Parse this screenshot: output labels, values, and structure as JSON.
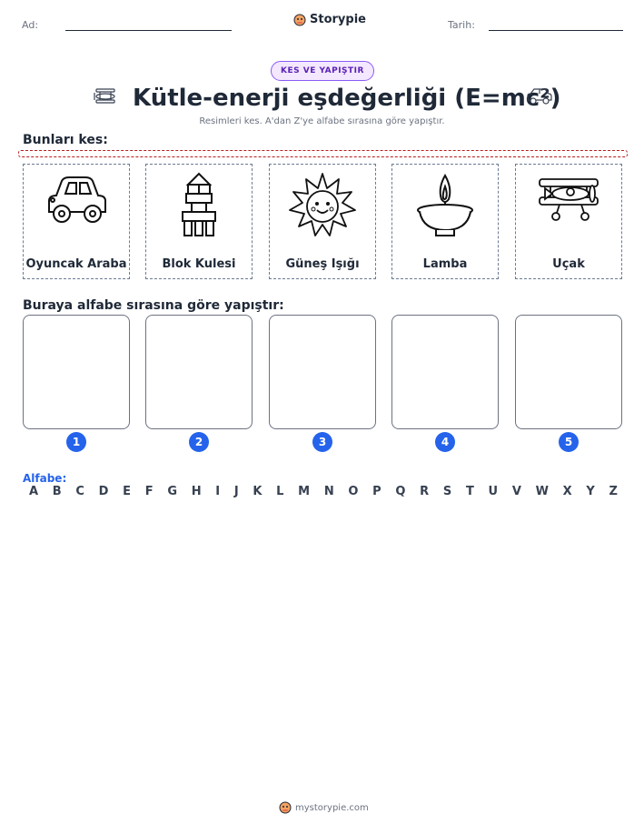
{
  "header": {
    "name_label": "Ad:",
    "date_label": "Tarih:",
    "brand": "Storypie"
  },
  "badge": "KES VE YAPIŞTIR",
  "title": "Kütle-enerji eşdeğerliği (E=mc²)",
  "subtitle": "Resimleri kes. A'dan Z'ye alfabe sırasına göre yapıştır.",
  "cut_section_label": "Bunları kes:",
  "cards": [
    {
      "label": "Oyuncak Araba",
      "icon": "toy-car-icon"
    },
    {
      "label": "Blok Kulesi",
      "icon": "block-tower-icon"
    },
    {
      "label": "Güneş Işığı",
      "icon": "sun-icon"
    },
    {
      "label": "Lamba",
      "icon": "oil-lamp-icon"
    },
    {
      "label": "Uçak",
      "icon": "airplane-icon"
    }
  ],
  "paste_section_label": "Buraya alfabe sırasına göre yapıştır:",
  "paste_numbers": [
    "1",
    "2",
    "3",
    "4",
    "5"
  ],
  "alphabet_label": "Alfabe:",
  "alphabet": [
    "A",
    "B",
    "C",
    "D",
    "E",
    "F",
    "G",
    "H",
    "I",
    "J",
    "K",
    "L",
    "M",
    "N",
    "O",
    "P",
    "Q",
    "R",
    "S",
    "T",
    "U",
    "V",
    "W",
    "X",
    "Y",
    "Z"
  ],
  "footer": "mystorypie.com",
  "colors": {
    "accent_blue": "#2563eb",
    "badge_purple": "#8b5cf6",
    "cut_line_red": "#b91c1c"
  }
}
